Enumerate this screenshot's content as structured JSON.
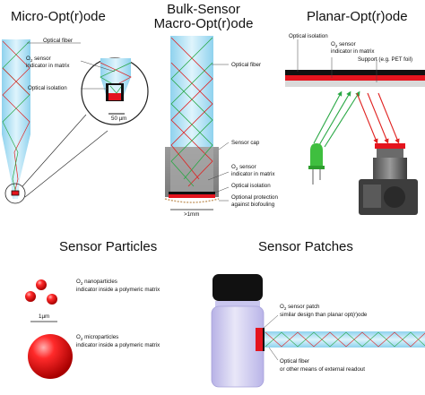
{
  "titles": {
    "micro": "Micro-Opt(r)ode",
    "bulk_line1": "Bulk-Sensor",
    "bulk_line2": "Macro-Opt(r)ode",
    "planar": "Planar-Opt(r)ode",
    "particles": "Sensor Particles",
    "patches": "Sensor Patches"
  },
  "micro": {
    "optical_fiber": "Optical fiber",
    "sensor_o": "O",
    "sensor_sub": "2",
    "sensor_rest": " sensor",
    "indicator": "indicator in matrix",
    "isolation": "Optical isolation",
    "scale": "50 µm"
  },
  "bulk": {
    "optical_fiber": "Optical fiber",
    "sensor_cap": "Sensor cap",
    "sensor_o": "O",
    "sensor_sub": "2",
    "sensor_rest": " sensor",
    "indicator": "indicator in matrix",
    "isolation": "Optical isolation",
    "protection_1": "Optional protection",
    "protection_2": "against biofouling",
    "scale": ">1mm"
  },
  "planar": {
    "isolation": "Optical isolation",
    "sensor_o": "O",
    "sensor_sub": "2",
    "sensor_rest": " sensor",
    "indicator": "indicator in matrix",
    "support": "Support (e.g. PET foil)"
  },
  "particles": {
    "nano_o": "O",
    "nano_sub": "2",
    "nano_rest": " nanoparticles",
    "nano_2": "indicator inside a polymeric matrix",
    "scale": "1µm",
    "micro_o": "O",
    "micro_sub": "2",
    "micro_rest": " microparticles",
    "micro_2": "indicator inside a polymeric matrix"
  },
  "patches": {
    "patch_o": "O",
    "patch_sub": "2",
    "patch_rest": " sensor patch",
    "patch_2": "similar design than planar opt(r)ode",
    "fiber_1": "Optical fiber",
    "fiber_2": "or other means of external readout"
  },
  "colors": {
    "fiber": "#a8dcf2",
    "fiber_core": "#d8f1fb",
    "sensor_red": "#e4141e",
    "black": "#111111",
    "ray_red": "#e0201f",
    "ray_green": "#2aa845",
    "cap_gray": "#8c8c8c",
    "led_green": "#3fbf3f"
  }
}
